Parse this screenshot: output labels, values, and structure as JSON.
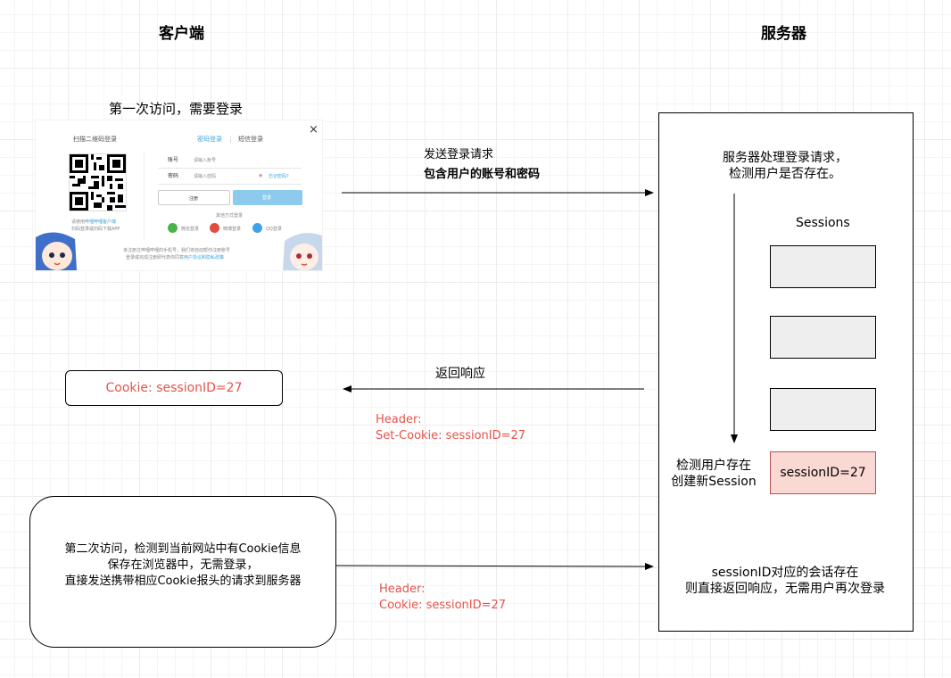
{
  "client": {
    "title": "客户端",
    "first_visit_label": "第一次访问，需要登录",
    "cookie_box": "Cookie: sessionID=27",
    "second_visit": [
      "第二次访问，检测到当前网站中有Cookie信息",
      "保存在浏览器中，无需登录，",
      "直接发送携带相应Cookie报头的请求到服务器"
    ]
  },
  "server": {
    "title": "服务器",
    "process_text": [
      "服务器处理登录请求，",
      "检测用户是否存在。"
    ],
    "sessions_label": "Sessions",
    "session_entry": "sessionID=27",
    "create_text": [
      "检测用户存在",
      "创建新Session"
    ],
    "exists_text": [
      "sessionID对应的会话存在",
      "则直接返回响应，无需用户再次登录"
    ]
  },
  "arrows": {
    "request_line1": "发送登录请求",
    "request_line2": "包含用户的账号和密码",
    "response": "返回响应",
    "set_cookie_header": [
      "Header:",
      "Set-Cookie: sessionID=27"
    ],
    "cookie_header": [
      "Header:",
      "Cookie: sessionID=27"
    ]
  },
  "login_window": {
    "qr_title": "扫描二维码登录",
    "tab_password": "密码登录",
    "tab_sms": "短信登录",
    "close": "×",
    "account_label": "账号",
    "account_placeholder": "请输入账号",
    "password_label": "密码",
    "password_placeholder": "请输入密码",
    "forgot": "忘记密码?",
    "register": "注册",
    "login": "登录",
    "other_login": "其他方式登录",
    "wechat": "微信登录",
    "weibo": "微博登录",
    "qq": "QQ登录",
    "qr_hint1": "请使用",
    "qr_hint1_link": "哔哩哔哩客户端",
    "qr_hint2": "扫码登录或扫码下载APP",
    "agreement1": "未注册过哔哩哔哩的手机号，我们将自动帮你注册账号",
    "agreement2": "登录或完成注册即代表你同意",
    "agreement_link": "用户协议和隐私政策"
  },
  "colors": {
    "red_text": "#e5534b",
    "session_highlight_fill": "#fad9d5",
    "session_highlight_border": "#b85450",
    "session_fill": "#eeeeee",
    "login_button": "#8ccbed",
    "link_blue": "#3aa6dd"
  }
}
